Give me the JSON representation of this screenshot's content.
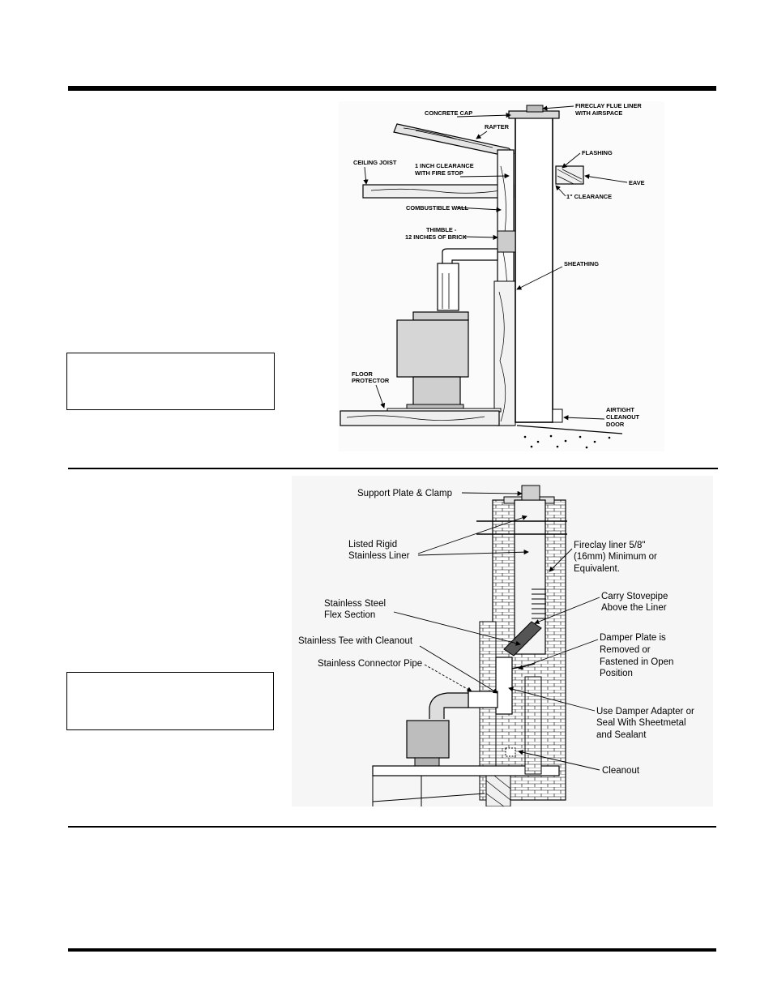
{
  "figure1": {
    "labels": {
      "concrete_cap": "CONCRETE CAP",
      "fireclay_1": "FIRECLAY FLUE LINER",
      "fireclay_2": "WITH AIRSPACE",
      "rafter": "RAFTER",
      "flashing": "FLASHING",
      "ceiling_joist": "CEILING JOIST",
      "clearance_1": "1 INCH CLEARANCE",
      "clearance_2": "WITH FIRE STOP",
      "eave": "EAVE",
      "one_inch": "1\" CLEARANCE",
      "combustible_wall": "COMBUSTIBLE WALL",
      "thimble_1": "THIMBLE -",
      "thimble_2": "12 INCHES OF BRICK",
      "sheathing": "SHEATHING",
      "floor_1": "FLOOR",
      "floor_2": "PROTECTOR",
      "cleanout_1": "AIRTIGHT",
      "cleanout_2": "CLEANOUT",
      "cleanout_3": "DOOR"
    }
  },
  "figure2": {
    "labels": {
      "support_plate": "Support Plate & Clamp",
      "listed_1": "Listed Rigid",
      "listed_2": "Stainless Liner",
      "fireclay_1": "Fireclay liner 5/8\"",
      "fireclay_2": "(16mm) Minimum or",
      "fireclay_3": "Equivalent.",
      "flex_1": "Stainless Steel",
      "flex_2": "Flex Section",
      "carry_1": "Carry Stovepipe",
      "carry_2": "Above the Liner",
      "tee": "Stainless Tee with Cleanout",
      "damper_plate_1": "Damper Plate is",
      "damper_plate_2": "Removed or",
      "damper_plate_3": "Fastened in Open",
      "damper_plate_4": "Position",
      "connector": "Stainless Connector Pipe",
      "adapter_1": "Use Damper Adapter or",
      "adapter_2": "Seal With Sheetmetal",
      "adapter_3": "and Sealant",
      "cleanout": "Cleanout"
    }
  }
}
